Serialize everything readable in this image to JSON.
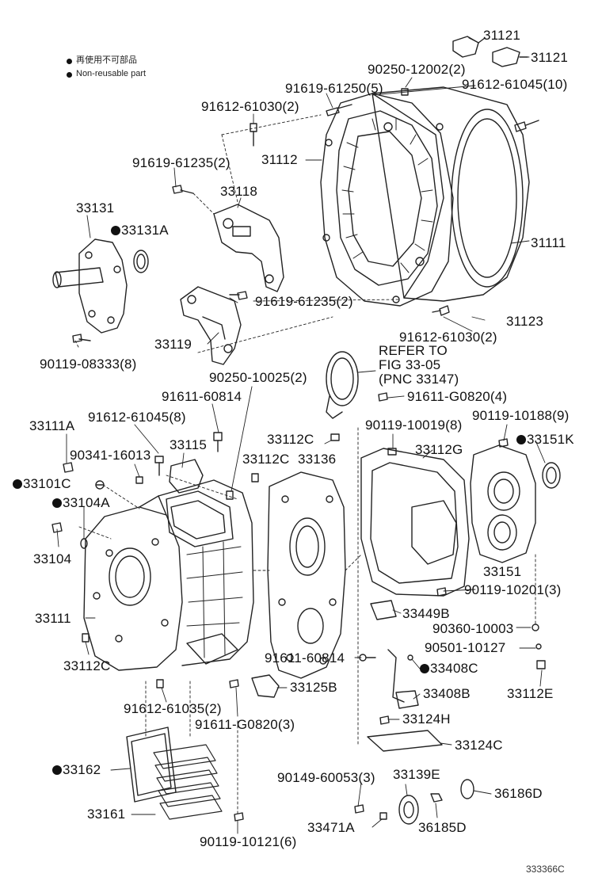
{
  "legend": {
    "line_jp": "再使用不可部品",
    "line_en": "Non-reusable part"
  },
  "labels": {
    "p31121a": "31121",
    "p31121b": "31121",
    "p90250_12002": "90250-12002(2)",
    "p91619_61250": "91619-61250(5)",
    "p91612_61045_10": "91612-61045(10)",
    "p91612_61030_2a": "91612-61030(2)",
    "p31112": "31112",
    "p91619_61235_2a": "91619-61235(2)",
    "p33118": "33118",
    "p33131": "33131",
    "p33131A": "33131A",
    "p31111": "31111",
    "p91619_61235_2b": "91619-61235(2)",
    "p31123": "31123",
    "p91612_61030_2b": "91612-61030(2)",
    "p33119": "33119",
    "p90119_08333": "90119-08333(8)",
    "refer1": "REFER TO",
    "refer2": "FIG 33-05",
    "refer3": "(PNC 33147)",
    "p90250_10025": "90250-10025(2)",
    "p91611_60814a": "91611-60814",
    "p91611_G0820_4": "91611-G0820(4)",
    "p33111A": "33111A",
    "p91612_61045_8": "91612-61045(8)",
    "p33112Ca": "33112C",
    "p90119_10019": "90119-10019(8)",
    "p90119_10188": "90119-10188(9)",
    "p33151K": "33151K",
    "p33115": "33115",
    "p90341_16013": "90341-16013",
    "p33112Cb": "33112C",
    "p33136": "33136",
    "p33112G": "33112G",
    "p33101C": "33101C",
    "p33104A": "33104A",
    "p33104": "33104",
    "p33151": "33151",
    "p90119_10201": "90119-10201(3)",
    "p33449B": "33449B",
    "p33111": "33111",
    "p90360_10003": "90360-10003",
    "p90501_10127": "90501-10127",
    "p91611_60814b": "91611-60814",
    "p33408C": "33408C",
    "p33112Cc": "33112C",
    "p33125B": "33125B",
    "p33408B": "33408B",
    "p33112E": "33112E",
    "p91612_61035": "91612-61035(2)",
    "p91611_G0820_3": "91611-G0820(3)",
    "p33124H": "33124H",
    "p33124C": "33124C",
    "p33162": "33162",
    "p90149_60053": "90149-60053(3)",
    "p33139E": "33139E",
    "p36186D": "36186D",
    "p33161": "33161",
    "p33471A": "33471A",
    "p36185D": "36185D",
    "p90119_10121": "90119-10121(6)"
  },
  "figure_code": "333366C"
}
